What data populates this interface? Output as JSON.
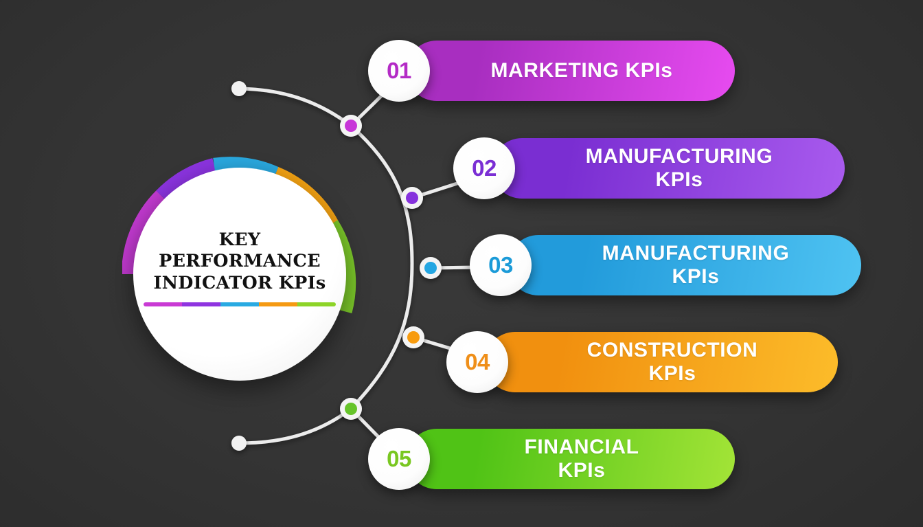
{
  "theme": {
    "background": "#2f2f2f",
    "badge_bg": "#ffffff",
    "card_text": "#ffffff",
    "hub_text": "#111111",
    "connector_line": "#e9e9e9"
  },
  "hub": {
    "title_line_1": "KEY",
    "title_line_2": "PERFORMANCE",
    "title_line_3": "INDICATOR KPIs",
    "title_full": "KEY PERFORMANCE INDICATOR KPIs",
    "underline_segments": [
      {
        "name": "marketing",
        "color": "#c93ad4"
      },
      {
        "name": "manufacturing",
        "color": "#8f34e0"
      },
      {
        "name": "manufacturing-2",
        "color": "#29aae2"
      },
      {
        "name": "construction",
        "color": "#f59a12"
      },
      {
        "name": "financial",
        "color": "#8dd428"
      }
    ],
    "ring_segments": [
      {
        "name": "marketing",
        "color": "#c23ad0"
      },
      {
        "name": "manufacturing",
        "color": "#8b34df"
      },
      {
        "name": "manufacturing-2",
        "color": "#2aa9e0"
      },
      {
        "name": "construction",
        "color": "#f5a313"
      },
      {
        "name": "financial",
        "color": "#7cc92a"
      }
    ]
  },
  "items": [
    {
      "number": "01",
      "label": "MARKETING KPIs",
      "number_color": "#b42bc6",
      "dot_color": "#c735d8",
      "gradient_from": "#a82ec0",
      "gradient_to": "#e74bf0"
    },
    {
      "number": "02",
      "label": "MANUFACTURING\nKPIs",
      "number_color": "#7b2fd4",
      "dot_color": "#8632dd",
      "gradient_from": "#7a2ed2",
      "gradient_to": "#a95bee"
    },
    {
      "number": "03",
      "label": "MANUFACTURING\nKPIs",
      "number_color": "#1b9bd8",
      "dot_color": "#24a6e2",
      "gradient_from": "#229bdb",
      "gradient_to": "#4fc3f2"
    },
    {
      "number": "04",
      "label": "CONSTRUCTION\nKPIs",
      "number_color": "#ef8f19",
      "dot_color": "#f79b0e",
      "gradient_from": "#f1900f",
      "gradient_to": "#fcbc2a"
    },
    {
      "number": "05",
      "label": "FINANCIAL\nKPIs",
      "number_color": "#79c721",
      "dot_color": "#66c42a",
      "gradient_from": "#50c316",
      "gradient_to": "#a3e437"
    }
  ]
}
